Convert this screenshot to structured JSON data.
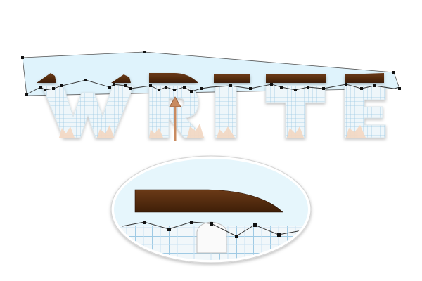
{
  "artwork": {
    "word": "WRITE",
    "letters": [
      "W",
      "R",
      "I",
      "T",
      "E"
    ],
    "colors": {
      "background": "#ffffff",
      "selection_fill": "#dff3fc",
      "paper": "#eef6fa",
      "paper_grid": "#8fc0de",
      "torn_edge": "#f3d9c5",
      "wood_top": "#6b3a17",
      "wood_bottom": "#3f1f08",
      "anchor": "#111111",
      "path_stroke": "#333333",
      "arrow": "#c98b60",
      "zoom_border": "#ffffff",
      "zoom_fill": "#e6f6fc"
    },
    "icons": {
      "cursor": "arrow-pointer-icon",
      "anchor": "anchor-point-icon"
    },
    "zoom_inset": {
      "shown": true,
      "description_free": true
    }
  }
}
